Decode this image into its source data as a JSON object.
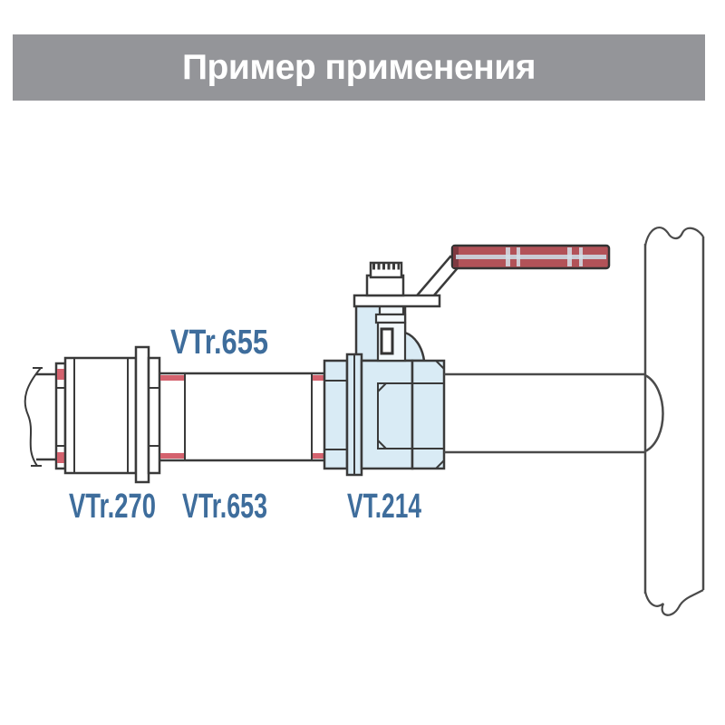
{
  "header": {
    "title": "Пример применения",
    "background_color": "#949599",
    "text_color": "#ffffff"
  },
  "figure": {
    "labels": {
      "nipple_top": "VTr.655",
      "coupling": "VTr.270",
      "pipe_nipple": "VTr.653",
      "ball_valve": "VT.214"
    },
    "colors": {
      "outline": "#3a3a3a",
      "secondary_line_gray": "#4a4a4a",
      "valve_fill": "#d9ebf5",
      "joint_seal_red": "#d4626e",
      "handle_grip_red": "#b25258",
      "handle_grip_highlight": "#ccd9e3",
      "label_text_blue": "#3e6d9c"
    }
  }
}
